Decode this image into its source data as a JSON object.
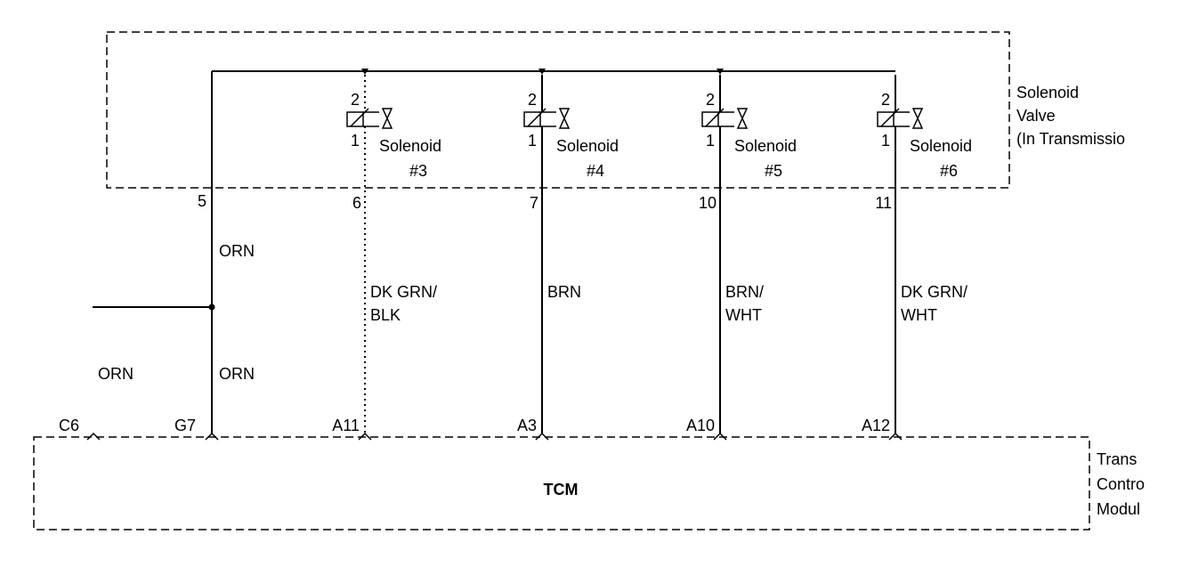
{
  "solenoid_box": {
    "label_lines": [
      "Solenoid",
      "Valve",
      "(In Transmissio"
    ]
  },
  "tcm_box": {
    "title": "TCM",
    "label_lines": [
      "Trans",
      "Contro",
      "Modul"
    ]
  },
  "common_feed": {
    "box_pin": "5",
    "tcm_pin": "G7",
    "wire_color_upper": "ORN",
    "wire_color_lower": "ORN"
  },
  "side_branch": {
    "wire_color": "ORN",
    "tcm_pin": "C6"
  },
  "solenoids": [
    {
      "name_line1": "Solenoid",
      "name_line2": "#3",
      "terminal_top": "2",
      "terminal_bottom": "1",
      "box_pin": "6",
      "tcm_pin": "A11",
      "wire_color_lines": [
        "DK GRN/",
        "BLK"
      ],
      "dotted": true
    },
    {
      "name_line1": "Solenoid",
      "name_line2": "#4",
      "terminal_top": "2",
      "terminal_bottom": "1",
      "box_pin": "7",
      "tcm_pin": "A3",
      "wire_color_lines": [
        "BRN",
        ""
      ],
      "dotted": false
    },
    {
      "name_line1": "Solenoid",
      "name_line2": "#5",
      "terminal_top": "2",
      "terminal_bottom": "1",
      "box_pin": "10",
      "tcm_pin": "A10",
      "wire_color_lines": [
        "BRN/",
        "WHT"
      ],
      "dotted": false
    },
    {
      "name_line1": "Solenoid",
      "name_line2": "#6",
      "terminal_top": "2",
      "terminal_bottom": "1",
      "box_pin": "11",
      "tcm_pin": "A12",
      "wire_color_lines": [
        "DK GRN/",
        "WHT"
      ],
      "dotted": false
    }
  ]
}
